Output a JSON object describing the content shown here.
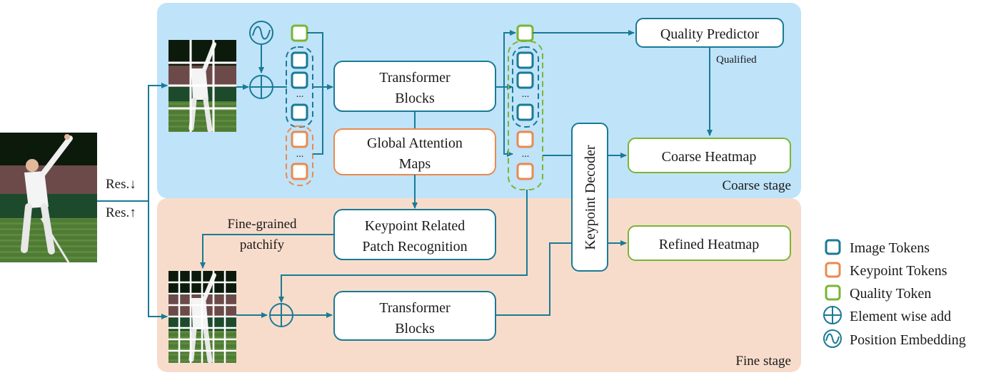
{
  "colors": {
    "coarse_bg": "#bfe3f9",
    "fine_bg": "#f8dccb",
    "teal": "#1a7a96",
    "orange": "#e98a4e",
    "green": "#7ab534"
  },
  "stages": {
    "coarse": "Coarse stage",
    "fine": "Fine stage"
  },
  "resolution": {
    "down": "Res.↓",
    "up": "Res.↑"
  },
  "blocks": {
    "transformer_top": [
      "Transformer",
      "Blocks"
    ],
    "global_attention": [
      "Global Attention",
      "Maps"
    ],
    "quality_predictor": "Quality Predictor",
    "coarse_heatmap": "Coarse Heatmap",
    "keypoint_decoder": "Keypoint Decoder",
    "refined_heatmap": "Refined Heatmap",
    "keypoint_patch": [
      "Keypoint Related",
      "Patch Recognition"
    ],
    "transformer_bottom": [
      "Transformer",
      "Blocks"
    ]
  },
  "arrow_labels": {
    "qualified": "Qualified",
    "fine_grained": [
      "Fine-grained",
      "patchify"
    ]
  },
  "legend": [
    {
      "icon": "image-token-icon",
      "label": "Image Tokens"
    },
    {
      "icon": "keypoint-token-icon",
      "label": "Keypoint Tokens"
    },
    {
      "icon": "quality-token-icon",
      "label": "Quality Token"
    },
    {
      "icon": "element-wise-add-icon",
      "label": "Element wise add"
    },
    {
      "icon": "position-embedding-icon",
      "label": "Position Embedding"
    }
  ],
  "ellipsis": "..."
}
